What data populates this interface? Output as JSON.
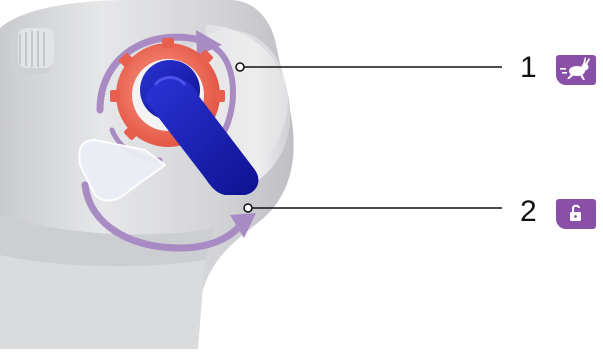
{
  "callouts": [
    {
      "number": "1",
      "icon": "rabbit-speed-icon",
      "meaning": "fast mode"
    },
    {
      "number": "2",
      "icon": "unlock-icon",
      "meaning": "unlock"
    }
  ],
  "colors": {
    "badge": "#8a4fa6",
    "arrow": "#a98bc4",
    "lever": "#1a1fb4",
    "gear": "#f06a5a",
    "housing": "#d9dadc"
  }
}
